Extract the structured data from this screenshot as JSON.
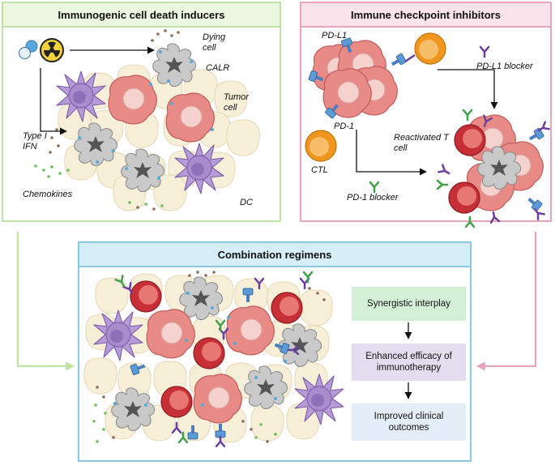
{
  "panels": {
    "icd": {
      "title": "Immunogenic cell death inducers",
      "labels": {
        "dying_cell": "Dying cell",
        "calr": "CALR",
        "tumor_cell": "Tumor cell",
        "type_i_ifn": "Type I IFN",
        "chemokines": "Chemokines",
        "dc": "DC"
      }
    },
    "ici": {
      "title": "Immune checkpoint inhibitors",
      "labels": {
        "pd_l1": "PD-L1",
        "pd_l1_blocker": "PD-L1 blocker",
        "pd_1": "PD-1",
        "ctl": "CTL",
        "reactivated_t_cell": "Reactivated T cell",
        "pd_1_blocker": "PD-1 blocker"
      }
    },
    "combination": {
      "title": "Combination regimens",
      "outcomes": [
        "Synergistic interplay",
        "Enhanced efficacy of immunotherapy",
        "Improved clinical outcomes"
      ]
    }
  },
  "colors": {
    "icd_border": "#bfe3a5",
    "ici_border": "#e6a5b9",
    "combination_border": "#8cc9df",
    "tumor_cell": "#e88a86",
    "t_cell": "#c62f35",
    "ctl": "#f0961f",
    "dendritic_cell": "#a98ccc",
    "dying_cell": "#c9c9c9",
    "tissue": "#f8efd9"
  }
}
